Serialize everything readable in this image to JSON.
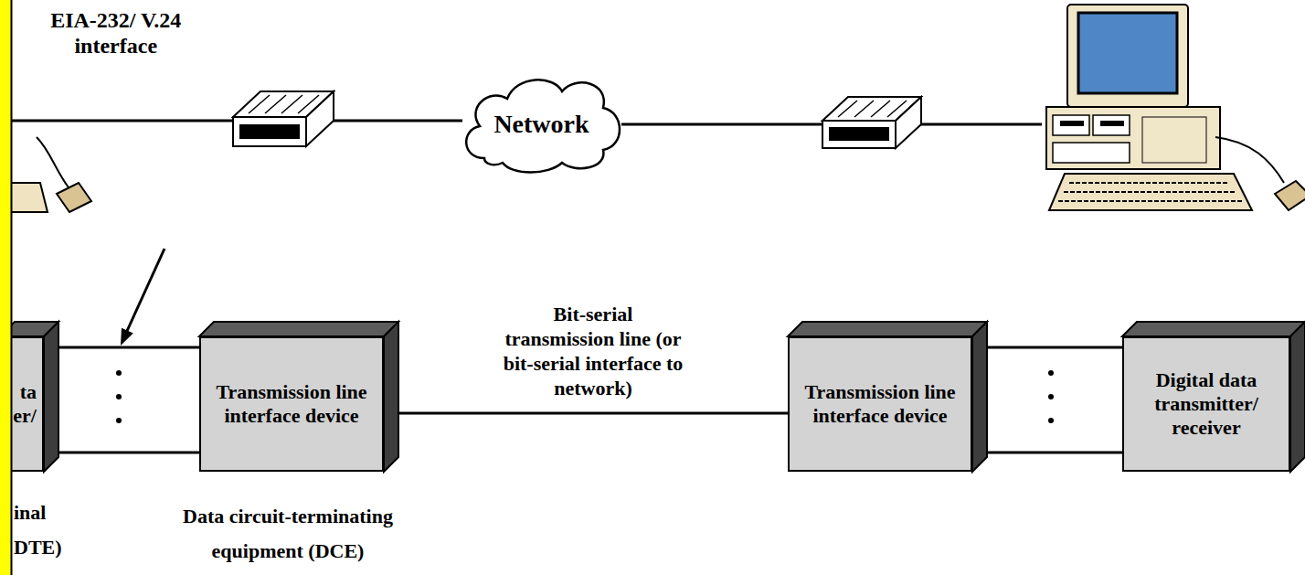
{
  "diagram": {
    "nodes": [
      {
        "text": [
          "Network"
        ]
      },
      {
        "text": [
          "ta er/"
        ]
      },
      {
        "text": [
          "Transmission line interface device"
        ]
      },
      {
        "text": [
          "Transmission line interface device"
        ]
      },
      {
        "text": [
          "Digital data transmitter/ receiver"
        ]
      }
    ],
    "edges": [
      {
        "from": 1,
        "to": 2,
        "arrow": "none"
      },
      {
        "from": 2,
        "to": 3,
        "label": "Bit-serial transmission line (or bit-serial interface to network)",
        "arrow": "none"
      },
      {
        "from": 3,
        "to": 4,
        "arrow": "none"
      }
    ],
    "labels": [
      "EIA-232/ V.24 interface",
      "inal DTE)",
      "Data circuit-terminating equipment (DCE)"
    ]
  }
}
